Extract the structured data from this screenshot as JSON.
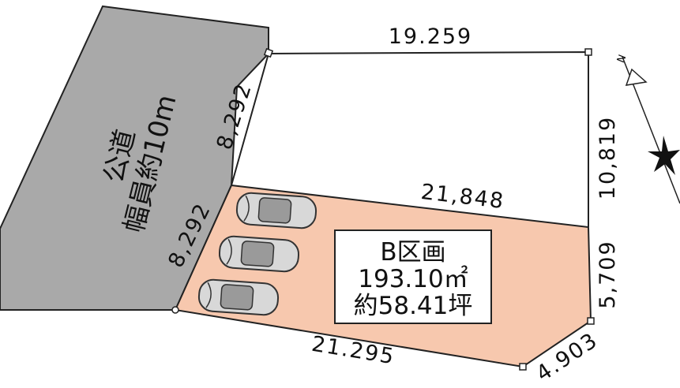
{
  "road": {
    "line1": "公道",
    "line2": "幅員約10m"
  },
  "lot": {
    "name": "B区画",
    "area_sqm": "193.10㎡",
    "area_tsubo": "約58.41坪"
  },
  "dimensions": {
    "top": "19.259",
    "road_upper": "8,292",
    "road_lower": "8,292",
    "right_upper": "10,819",
    "divider": "21,848",
    "right_lower": "5,709",
    "corner_cut": "4.903",
    "bottom": "21.295"
  },
  "compass": {
    "north_letter": "N"
  },
  "colors": {
    "road": "#a9a9a9",
    "lot_fill": "#f7c8ae",
    "car_body": "#d8d8d8"
  }
}
